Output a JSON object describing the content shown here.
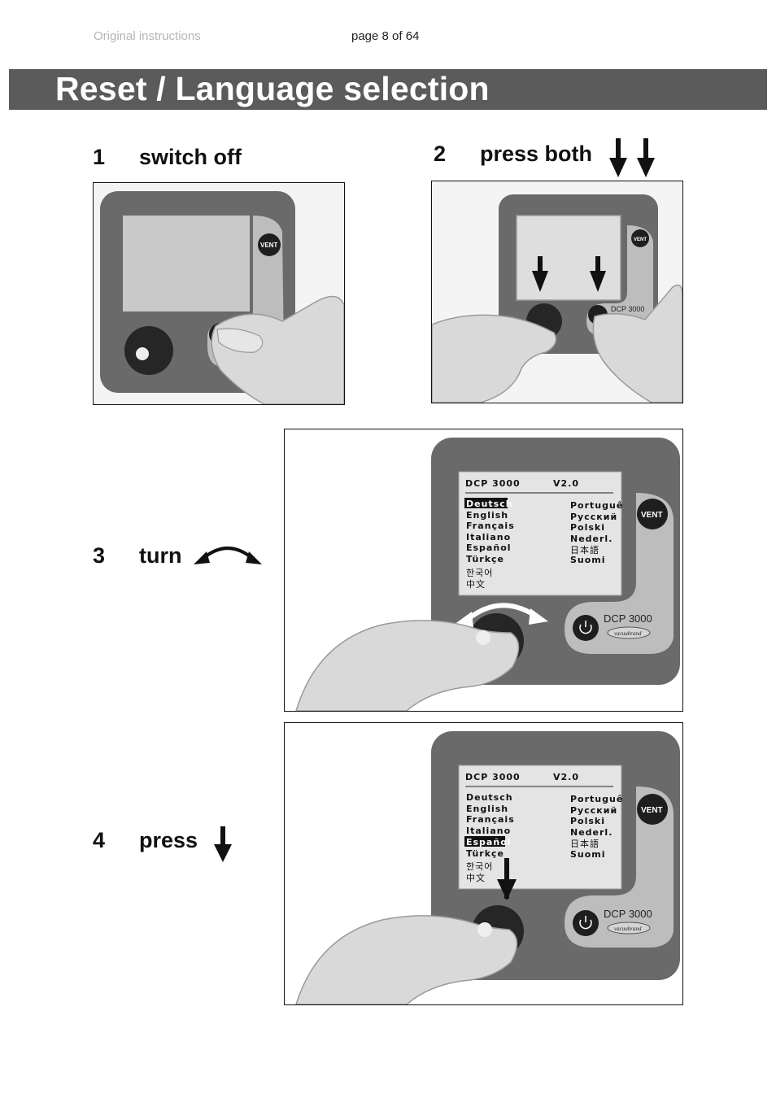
{
  "header": {
    "left": "Original instructions",
    "page": "page 8 of 64"
  },
  "title": "Reset  /  Language selection",
  "steps": [
    {
      "num": "1",
      "label": "switch off"
    },
    {
      "num": "2",
      "label": "press both"
    },
    {
      "num": "3",
      "label": "turn"
    },
    {
      "num": "4",
      "label": "press"
    }
  ],
  "device": {
    "model": "DCP 3000",
    "version": "V2.0",
    "vent": "VENT",
    "brand": "vacuubrand",
    "languages_left": [
      "Deutsch",
      "English",
      "Français",
      "Italiano",
      "Español",
      "Türkçe",
      "한국어",
      "中文"
    ],
    "languages_right": [
      "Portuguê",
      "Русский",
      "Polski",
      "Nederl.",
      "日本語",
      "Suomi"
    ],
    "selected_step3": "Deutsch",
    "selected_step4": "Español"
  },
  "colors": {
    "titlebar": "#5b5b5b",
    "device_body": "#6a6a6a",
    "panel": "#bdbdbd",
    "lcd": "#e4e4e4"
  }
}
